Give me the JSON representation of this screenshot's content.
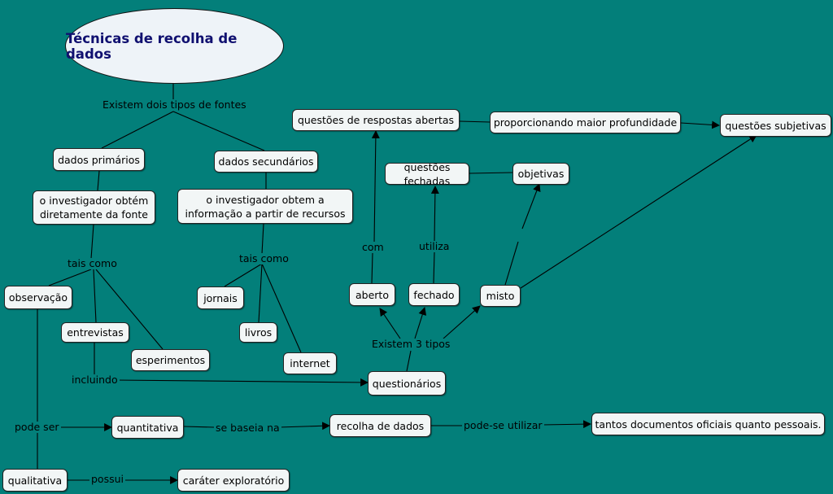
{
  "title": "Técnicas de recolha de dados",
  "nodes": {
    "dados_primarios": "dados primários",
    "dados_secundarios": "dados secundários",
    "primarios_desc": [
      "o investigador obtém",
      "diretamente da fonte"
    ],
    "secundarios_desc": [
      "o investigador obtem a",
      "informação a partir de recursos"
    ],
    "observacao": "observação",
    "entrevistas": "entrevistas",
    "esperimentos": "esperimentos",
    "jornais": "jornais",
    "livros": "livros",
    "internet": "internet",
    "questionarios": "questionários",
    "aberto": "aberto",
    "fechado": "fechado",
    "misto": "misto",
    "questoes_abertas": "questões de respostas abertas",
    "questoes_fechadas": "questões fechadas",
    "objetivas": "objetivas",
    "maior_profundidade": "proporcionando maior profundidade",
    "questoes_subjetivas": "questões subjetivas",
    "quantitativa": "quantitativa",
    "qualitativa": "qualitativa",
    "recolha_dados": "recolha de dados",
    "documentos": "tantos documentos oficiais quanto pessoais.",
    "carater": "caráter exploratório"
  },
  "links": {
    "existem_fontes": "Existem dois tipos de fontes",
    "tais_como_1": "tais como",
    "tais_como_2": "tais como",
    "incluindo": "incluindo",
    "existem_3": "Existem 3 tipos",
    "com": "com",
    "utiliza": "utiliza",
    "pode_ser": "pode ser",
    "se_baseia": "se baseia na",
    "pode_utilizar": "pode-se utilizar",
    "possui": "possui"
  }
}
